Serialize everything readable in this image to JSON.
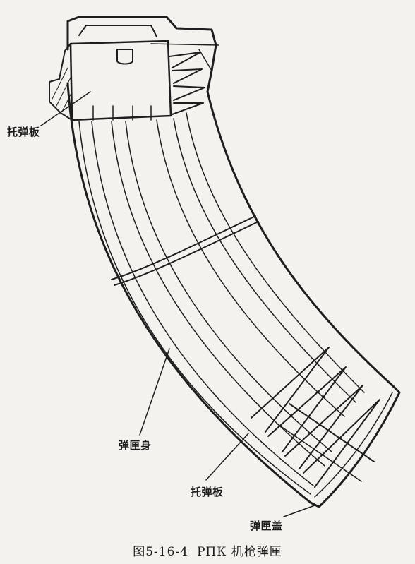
{
  "labels": {
    "follower_top": "托弹板",
    "body": "弹匣身",
    "follower_bottom": "托弹板",
    "floor_plate": "弹匣盖"
  },
  "caption": {
    "figure_number": "图5-16-4",
    "title": "PПК 机枪弹匣"
  }
}
